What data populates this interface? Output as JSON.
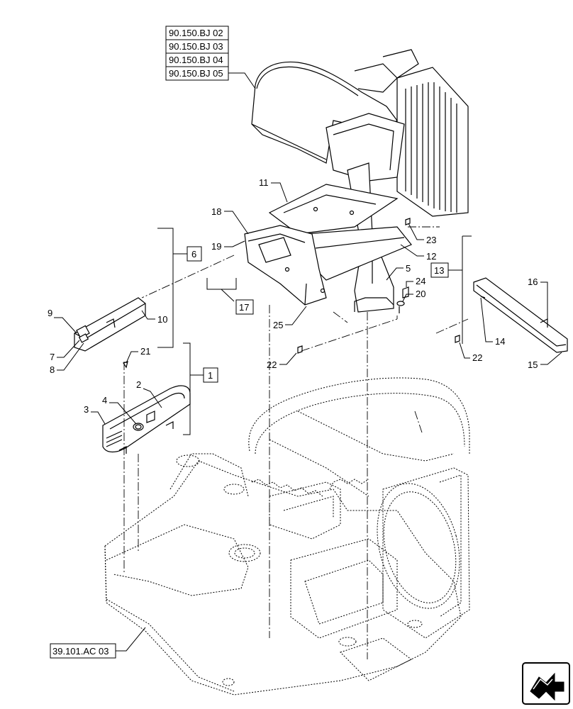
{
  "references": {
    "bj02": "90.150.BJ 02",
    "bj03": "90.150.BJ 03",
    "bj04": "90.150.BJ 04",
    "bj05": "90.150.BJ 05",
    "ac03": "39.101.AC 03"
  },
  "group_boxes": {
    "g1": "1",
    "g6": "6",
    "g13": "13",
    "g17": "17"
  },
  "callouts": {
    "c2": "2",
    "c3": "3",
    "c4": "4",
    "c5": "5",
    "c7": "7",
    "c8": "8",
    "c9": "9",
    "c10": "10",
    "c11": "11",
    "c12": "12",
    "c14": "14",
    "c15": "15",
    "c16": "16",
    "c18": "18",
    "c19": "19",
    "c20": "20",
    "c21": "21",
    "c22a": "22",
    "c22b": "22",
    "c23": "23",
    "c24": "24",
    "c25": "25"
  },
  "icons": {
    "nav": "next-page-arrow-icon"
  }
}
